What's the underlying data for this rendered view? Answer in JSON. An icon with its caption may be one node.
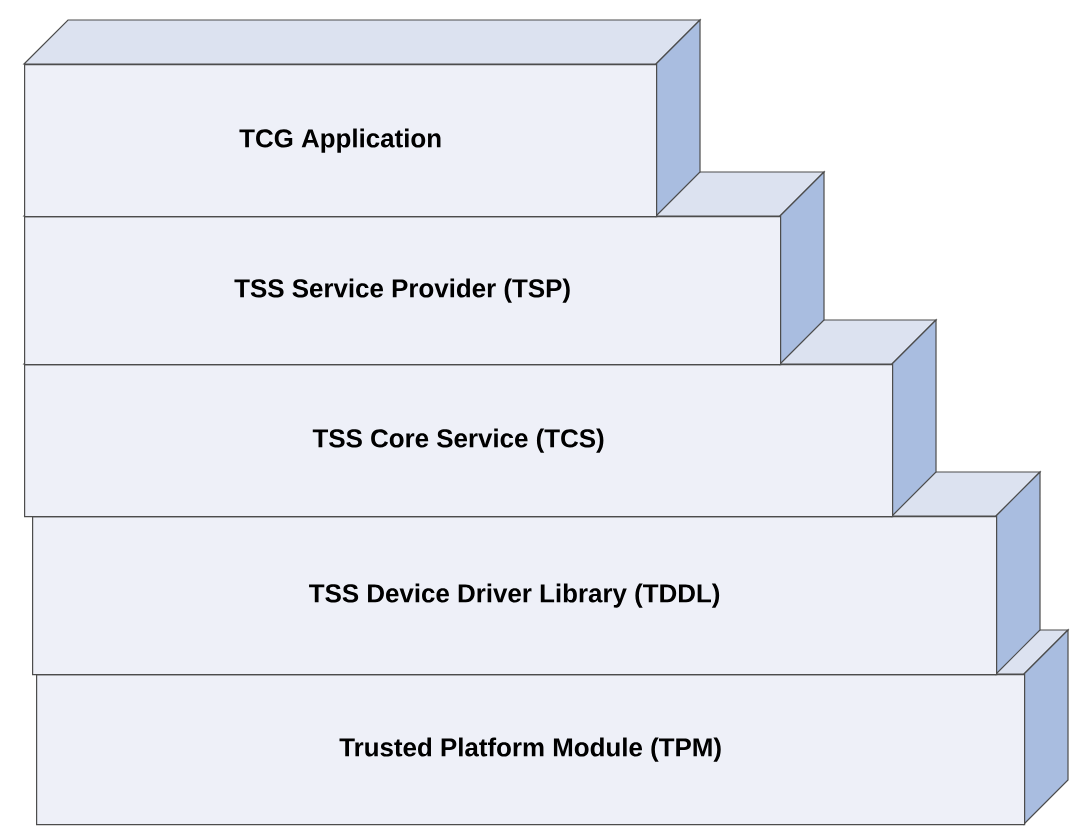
{
  "diagram": {
    "nodes": [
      {
        "text": [
          "TCG Application"
        ]
      },
      {
        "text": [
          "TSS Service Provider (TSP)"
        ]
      },
      {
        "text": [
          "TSS Core Service (TCS)"
        ]
      },
      {
        "text": [
          "TSS Device Driver Library (TDDL)"
        ]
      },
      {
        "text": [
          "Trusted Platform Module (TPM)"
        ]
      }
    ]
  }
}
